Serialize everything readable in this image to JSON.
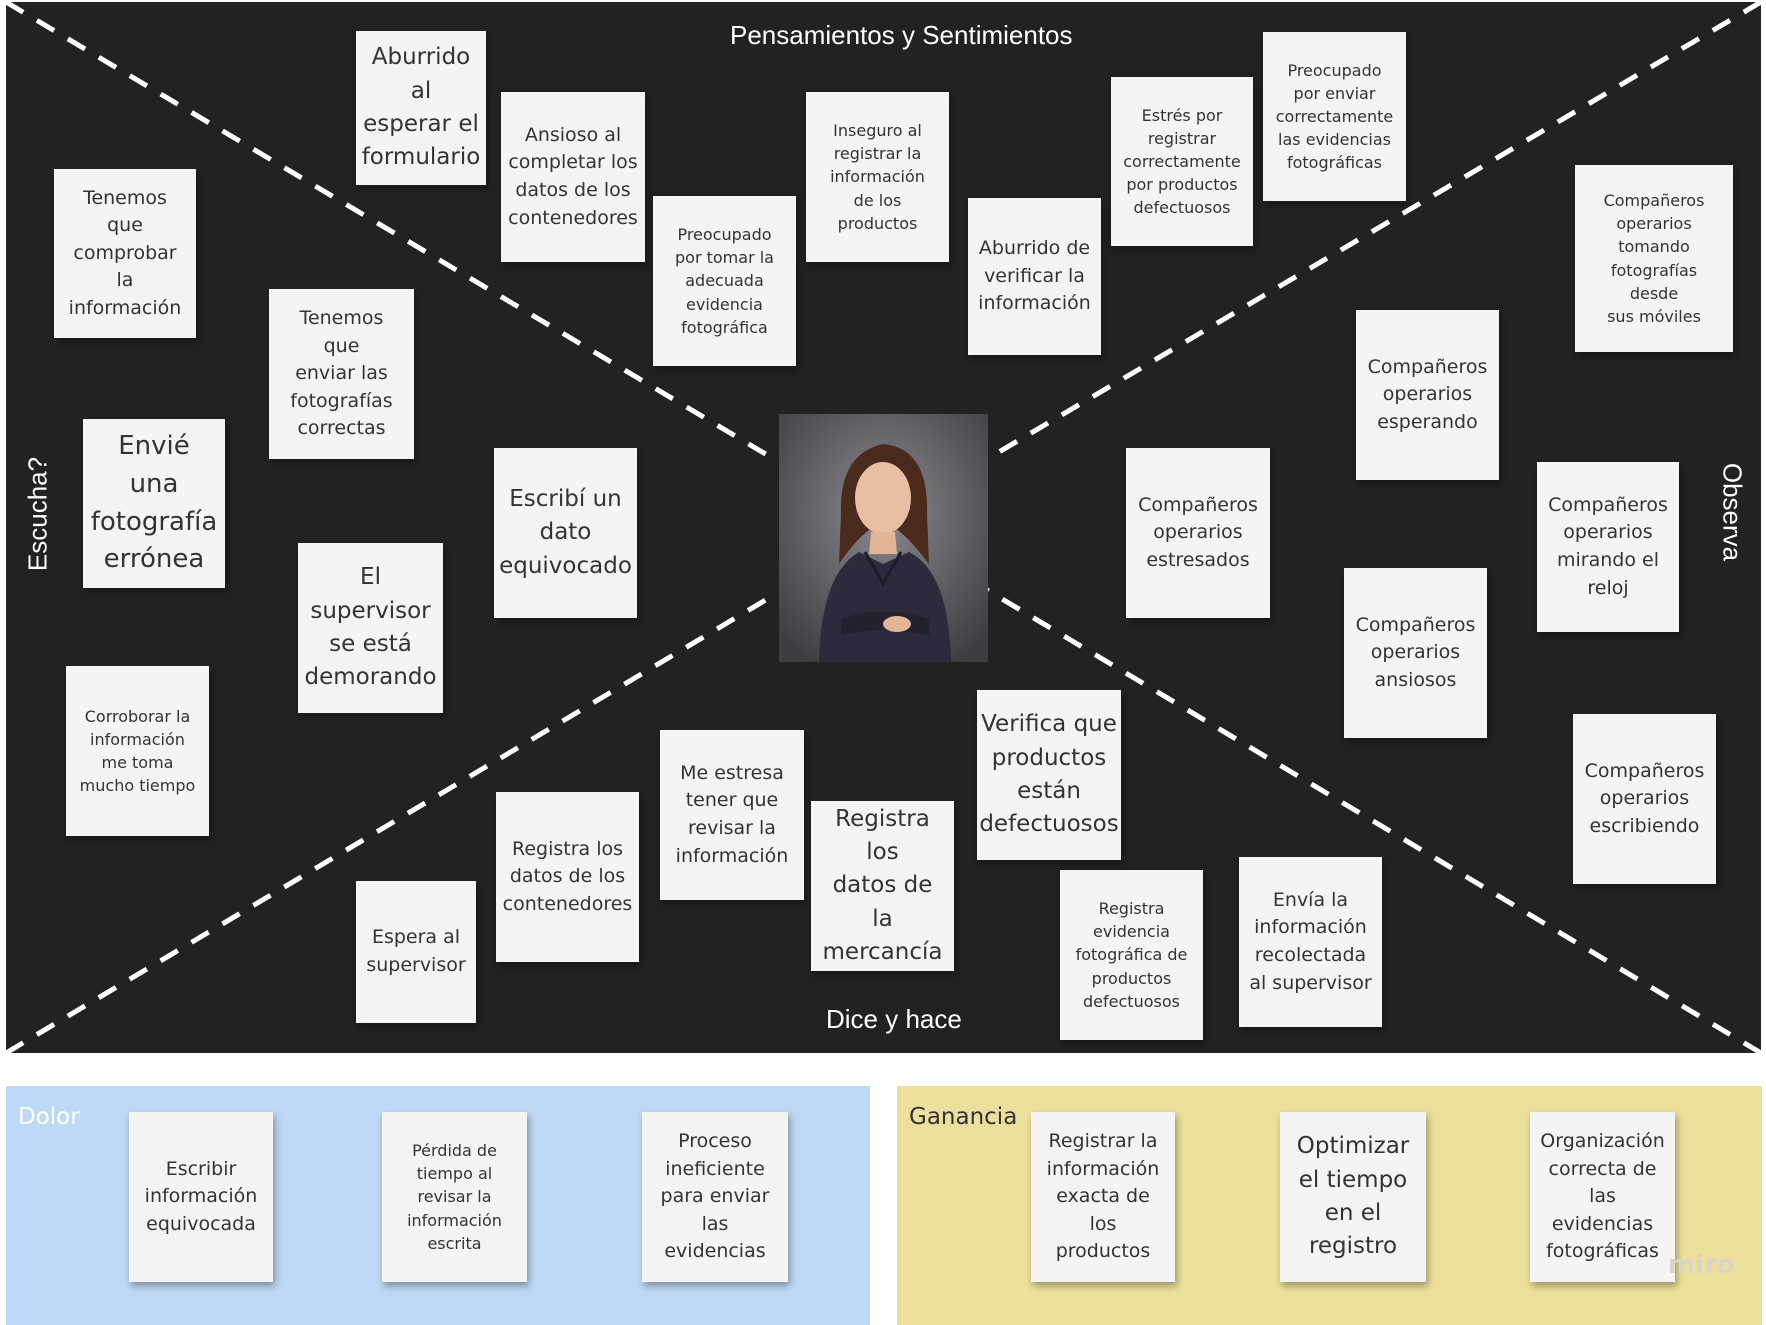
{
  "sections": {
    "top": "Pensamientos y Sentimientos",
    "left": "Escucha?",
    "right": "Observa",
    "bottom": "Dice y hace"
  },
  "notes": {
    "aburrido_formulario": "Aburrido al\nesperar el\nformulario",
    "ansioso_contenedores": "Ansioso al\ncompletar los\ndatos de los\ncontenedores",
    "preocupado_foto": "Preocupado\npor tomar la\nadecuada\nevidencia\nfotográfica",
    "inseguro_productos": "Inseguro al\nregistrar la\ninformación\nde los\nproductos",
    "aburrido_verificar": "Aburrido de\nverificar la\ninformación",
    "estres_defectuosos": "Estrés por\nregistrar\ncorrectamente\npor productos\ndefectuosos",
    "preocupado_evidencias": "Preocupado\npor enviar\ncorrectamente\nlas evidencias\nfotográficas",
    "tenemos_comprobar": "Tenemos que\ncomprobar la\ninformación",
    "tenemos_enviar_fotos": "Tenemos que\nenviar las\nfotografías\ncorrectas",
    "envie_foto_erronea": "Envié una\nfotografía\nerrónea",
    "escribi_dato": "Escribí un\ndato\nequivocado",
    "supervisor_demorando": "El\nsupervisor\nse está\ndemorando",
    "corroborar_info": "Corroborar la\ninformación\nme toma\nmucho tiempo",
    "companeros_fotos_moviles": "Compañeros\noperarios\ntomando\nfotografías desde\nsus móviles",
    "companeros_esperando": "Compañeros\noperarios\nesperando",
    "companeros_estresados": "Compañeros\noperarios\nestresados",
    "companeros_reloj": "Compañeros\noperarios\nmirando el\nreloj",
    "companeros_ansiosos": "Compañeros\noperarios\nansiosos",
    "companeros_escribiendo": "Compañeros\noperarios\nescribiendo",
    "me_estresa_revisar": "Me estresa\ntener que\nrevisar la\ninformación",
    "registra_contenedores": "Registra los\ndatos de los\ncontenedores",
    "espera_supervisor": "Espera al\nsupervisor",
    "registra_mercancia": "Registra los\ndatos de la\nmercancía",
    "verifica_defectuosos": "Verifica que\nproductos\nestán\ndefectuosos",
    "registra_evidencia": "Registra\nevidencia\nfotográfica de\nproductos\ndefectuosos",
    "envia_info_supervisor": "Envía la\ninformación\nrecolectada\nal supervisor"
  },
  "dolor": {
    "title": "Dolor",
    "items": [
      "Escribir\ninformación\nequivocada",
      "Pérdida de\ntiempo al\nrevisar la\ninformación\nescrita",
      "Proceso\nineficiente\npara enviar\nlas evidencias"
    ]
  },
  "ganancia": {
    "title": "Ganancia",
    "items": [
      "Registrar la\ninformación\nexacta de los\nproductos",
      "Optimizar\nel tiempo\nen el\nregistro",
      "Organización\ncorrecta de\nlas evidencias\nfotográficas"
    ]
  },
  "brand": "miro",
  "colors": {
    "board": "#222222",
    "note": "#f4f4f4",
    "dolor": "#bed9f5",
    "ganancia": "#ece09c"
  }
}
